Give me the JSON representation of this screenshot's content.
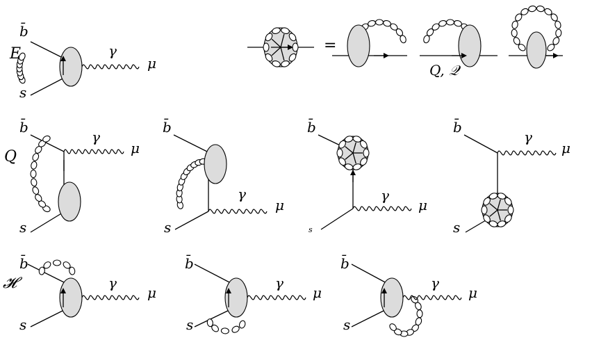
{
  "labels": {
    "E": "E",
    "Q": "Q",
    "H": "𝓗",
    "bbar": "b̄",
    "s": "s",
    "gamma": "γ",
    "mu": "μ",
    "equals": "=",
    "QQ": "Q, 𝒬"
  },
  "colors": {
    "blob": "#dcdcdc",
    "line": "#000000"
  }
}
